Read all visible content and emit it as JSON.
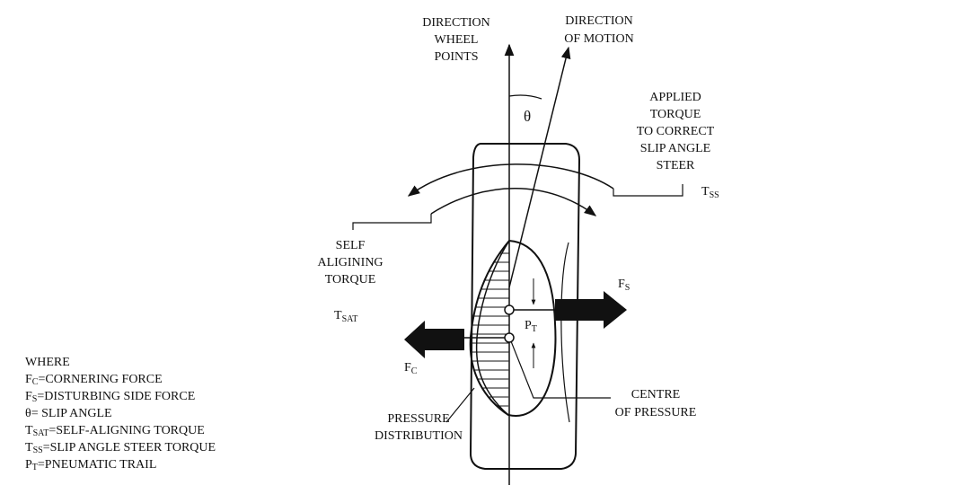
{
  "labels": {
    "direction_wheel_points": [
      "DIRECTION",
      "WHEEL",
      "POINTS"
    ],
    "direction_of_motion": [
      "DIRECTION",
      "OF MOTION"
    ],
    "applied_torque": [
      "APPLIED",
      "TORQUE",
      "TO CORRECT",
      "SLIP ANGLE",
      "STEER"
    ],
    "self_aligning_torque": [
      "SELF",
      "ALIGINING",
      "TORQUE"
    ],
    "pressure_distribution": [
      "PRESSURE",
      "DISTRIBUTION"
    ],
    "centre_of_pressure": [
      "CENTRE",
      "OF PRESSURE"
    ],
    "theta": "θ",
    "t_ss": {
      "main": "T",
      "sub": "SS"
    },
    "t_sat": {
      "main": "T",
      "sub": "SAT"
    },
    "f_s": {
      "main": "F",
      "sub": "S"
    },
    "f_c": {
      "main": "F",
      "sub": "C"
    },
    "p_t": {
      "main": "P",
      "sub": "T"
    }
  },
  "legend": {
    "heading": "WHERE",
    "items": [
      {
        "sym": "F",
        "sub": "C",
        "text": "=CORNERING FORCE"
      },
      {
        "sym": "F",
        "sub": "S",
        "text": "=DISTURBING SIDE FORCE"
      },
      {
        "sym": "θ",
        "sub": "",
        "text": "= SLIP ANGLE"
      },
      {
        "sym": "T",
        "sub": "SAT",
        "text": "=SELF-ALIGNING TORQUE"
      },
      {
        "sym": "T",
        "sub": "SS",
        "text": "=SLIP ANGLE STEER TORQUE"
      },
      {
        "sym": "P",
        "sub": "T",
        "text": "=PNEUMATIC TRAIL"
      }
    ]
  }
}
